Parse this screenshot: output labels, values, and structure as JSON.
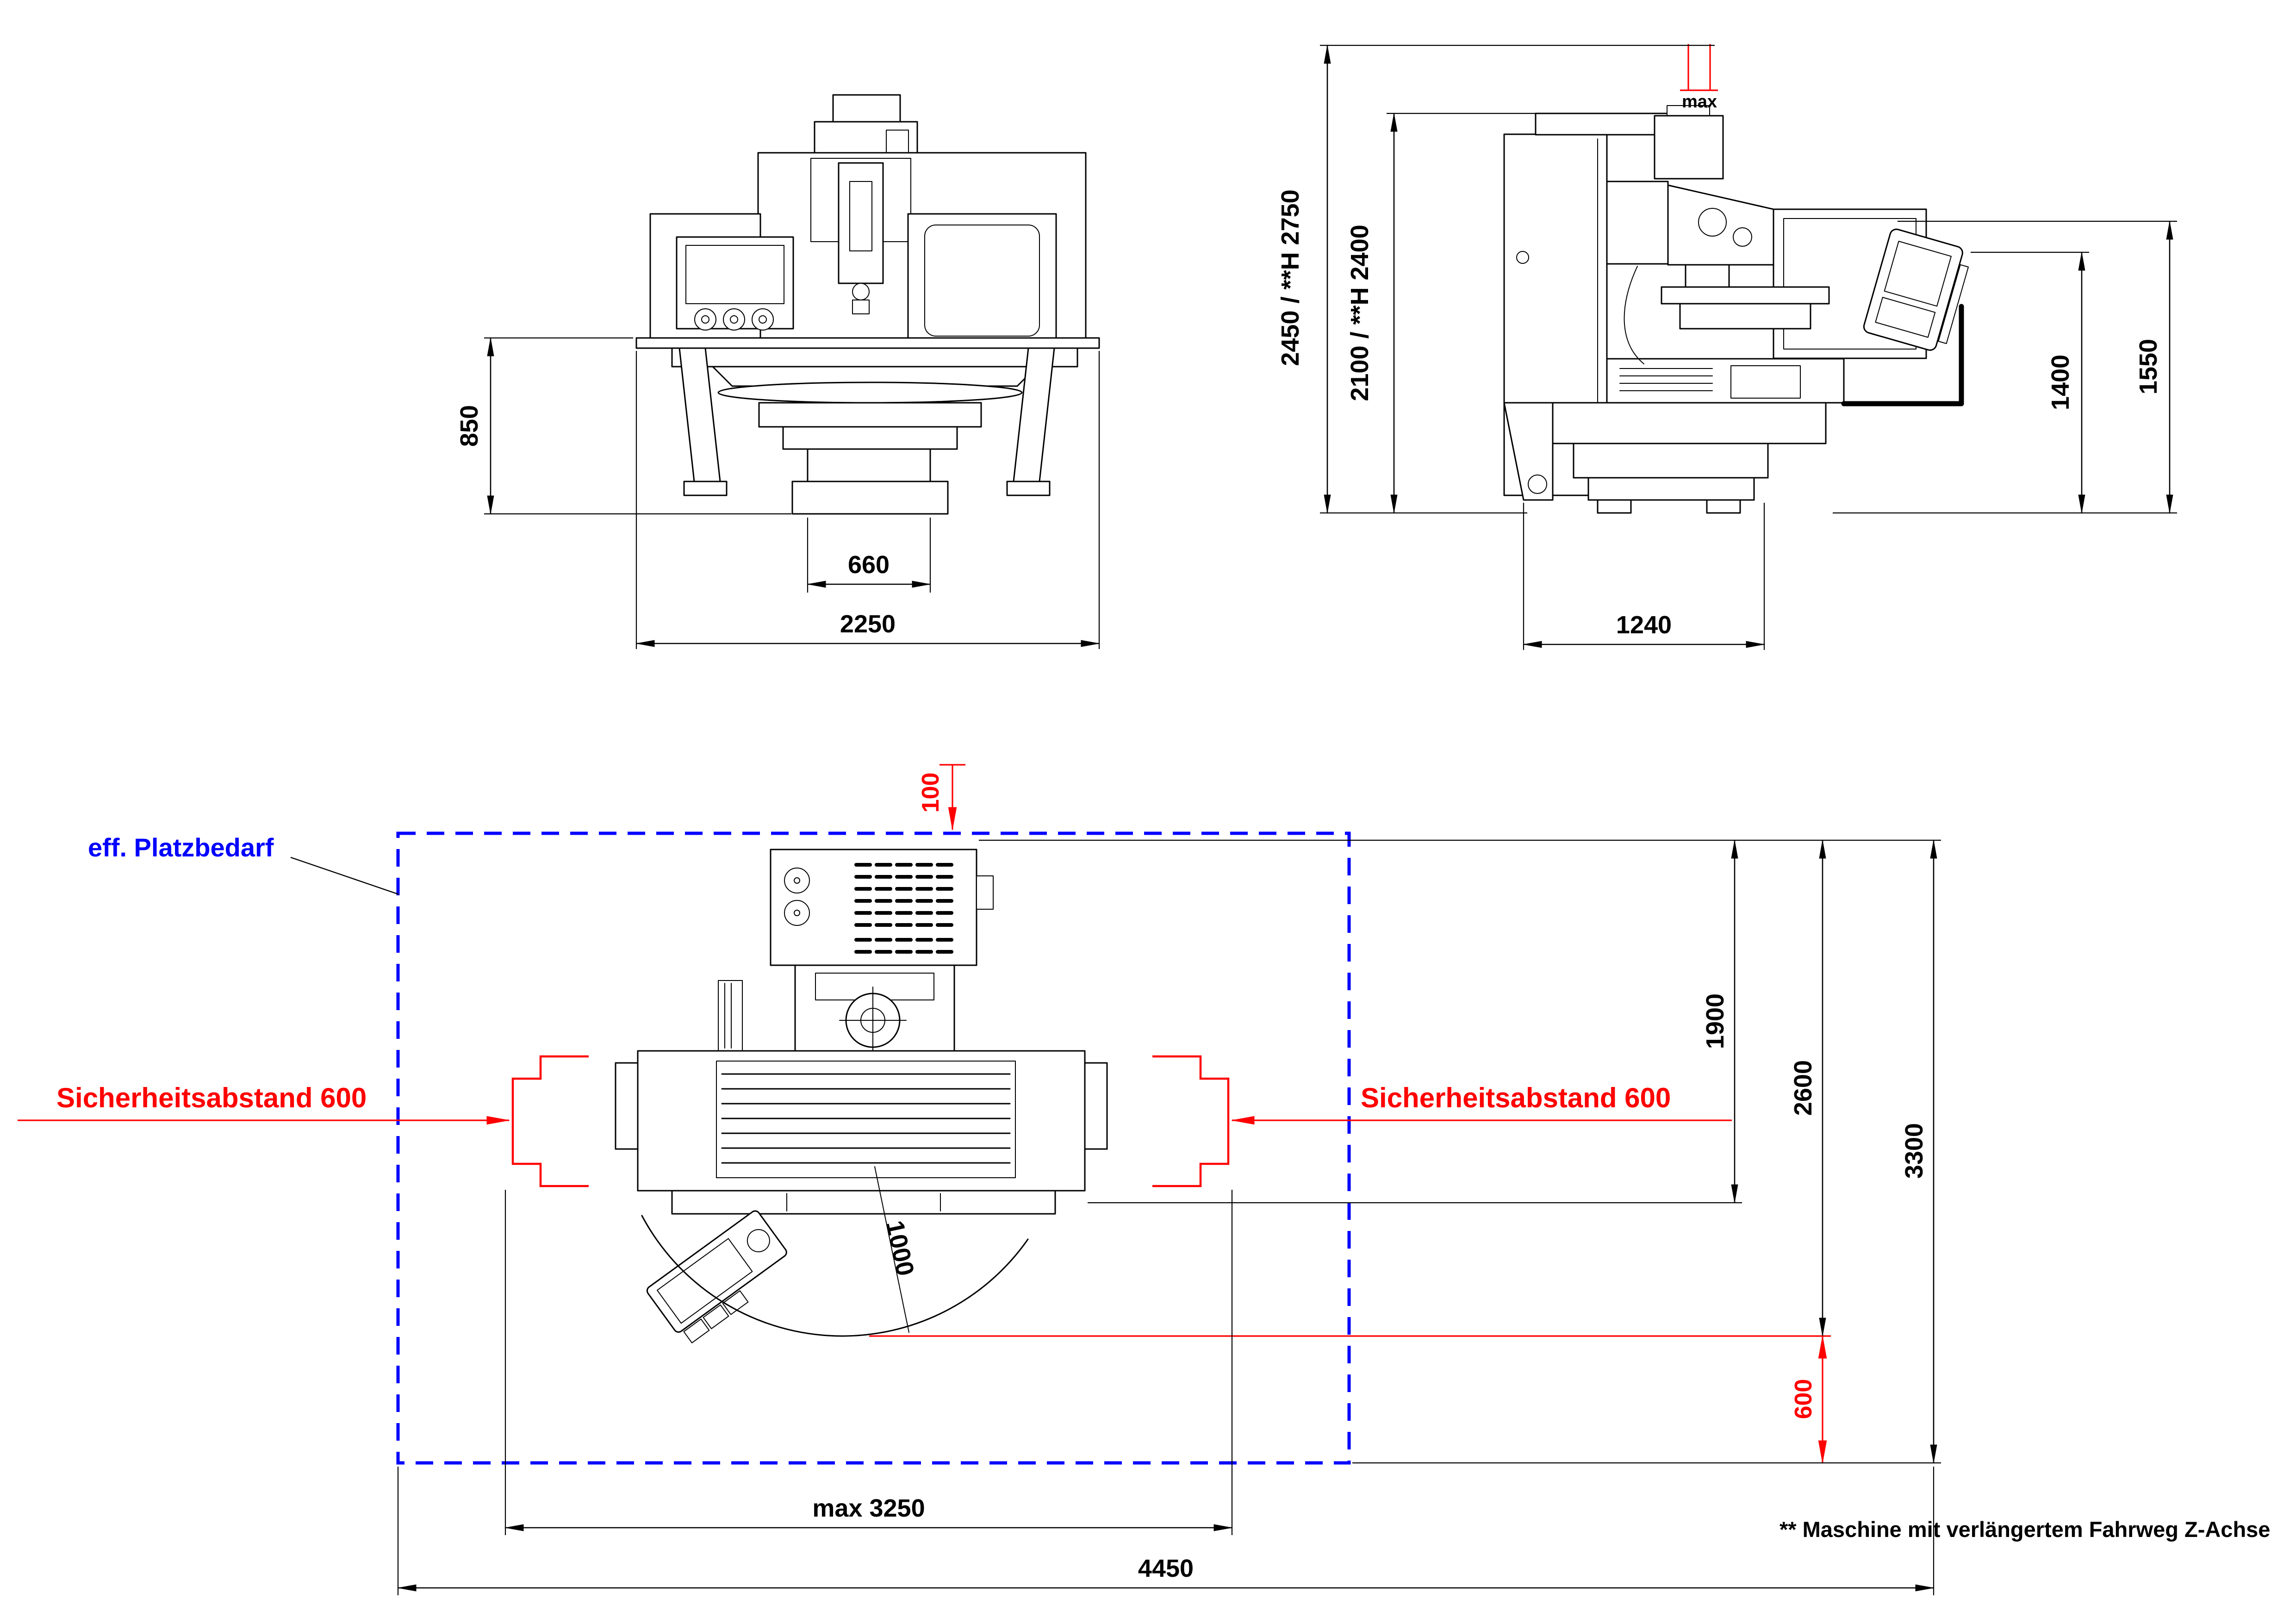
{
  "colors": {
    "line_black": "#000000",
    "accent_red": "#ff0000",
    "accent_blue": "#0000ff",
    "background": "#ffffff"
  },
  "front_view": {
    "dim_table_height": "850",
    "dim_pedestal_width": "660",
    "dim_overall_width": "2250"
  },
  "side_view": {
    "dim_overall_height": "2450 / **H 2750",
    "dim_body_height": "2100 / **H 2400",
    "max_label": "max",
    "dim_pendant_low": "1400",
    "dim_pendant_high": "1550",
    "dim_base_depth": "1240"
  },
  "plan_view": {
    "space_label": "eff. Platzbedarf",
    "dim_rear_clearance": "100",
    "safety_label_left": "Sicherheitsabstand 600",
    "safety_label_right": "Sicherheitsabstand 600",
    "dim_machine_depth": "1900",
    "dim_swing_depth": "2600",
    "dim_total_depth": "3300",
    "dim_swing_radius": "1000",
    "dim_front_clearance": "600",
    "dim_max_width": "max 3250",
    "dim_total_width": "4450"
  },
  "footnote": "** Maschine mit verlängertem Fahrweg Z-Achse"
}
